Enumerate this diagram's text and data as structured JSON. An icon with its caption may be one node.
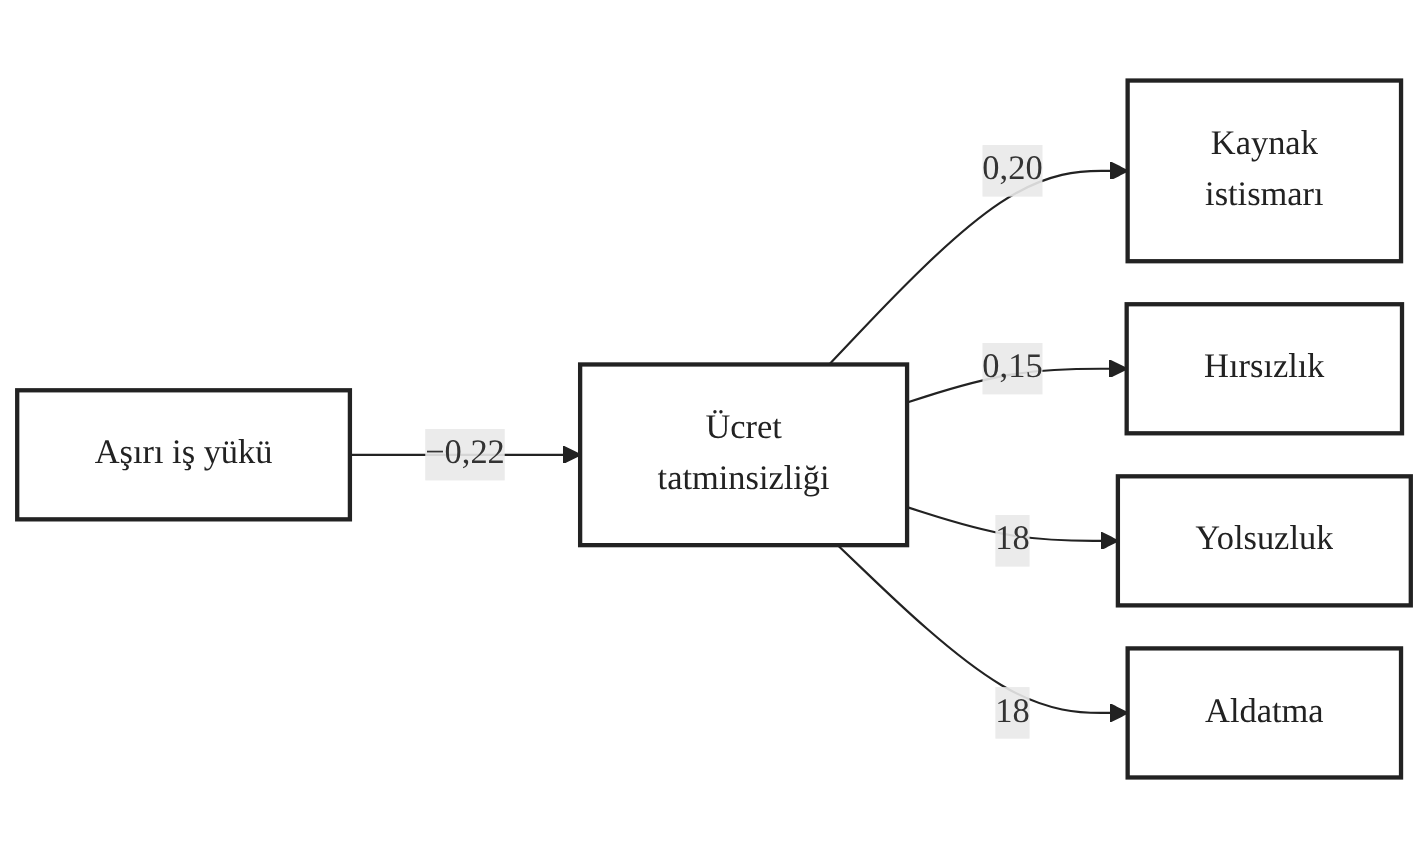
{
  "diagram": {
    "nodes": [
      {
        "text": [
          "Aşırı iş yükü"
        ]
      },
      {
        "text": [
          "Ücret tatminsizliği"
        ]
      },
      {
        "text": [
          "Kaynak istismarı"
        ]
      },
      {
        "text": [
          "Hırsızlık"
        ]
      },
      {
        "text": [
          "Yolsuzluk"
        ]
      },
      {
        "text": [
          "Aldatma"
        ]
      }
    ],
    "edges": [
      {
        "from": 0,
        "to": 1,
        "arrow": "to",
        "label": "−0,22"
      },
      {
        "from": 1,
        "to": 2,
        "arrow": "to",
        "label": "0,20"
      },
      {
        "from": 1,
        "to": 3,
        "arrow": "to",
        "label": "0,15"
      },
      {
        "from": 1,
        "to": 4,
        "arrow": "to",
        "label": "18"
      },
      {
        "from": 1,
        "to": 5,
        "arrow": "to",
        "label": "18"
      }
    ]
  }
}
